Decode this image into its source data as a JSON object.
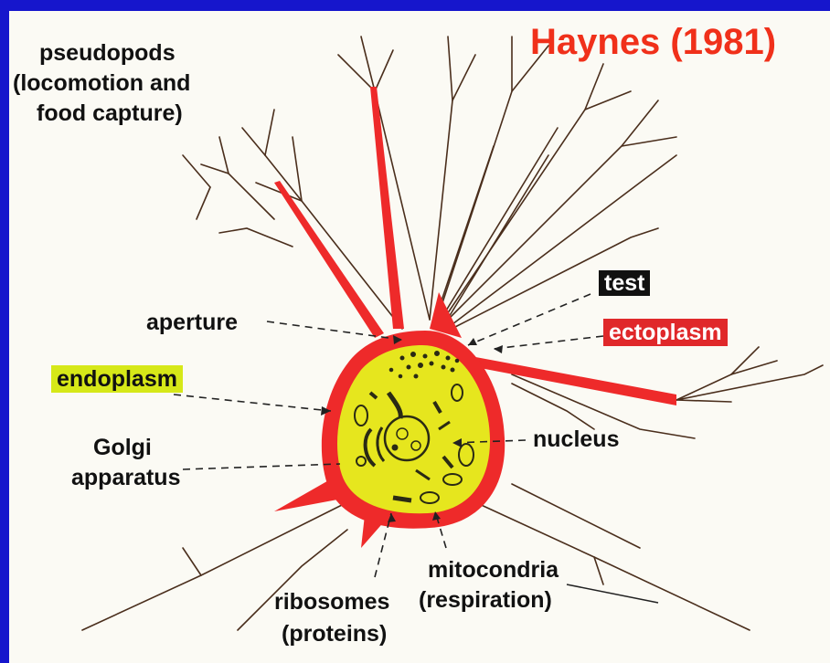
{
  "title": "Haynes (1981)",
  "labels": {
    "pseudopods": [
      "pseudopods",
      "(locomotion and",
      "food capture)"
    ],
    "aperture": "aperture",
    "test": "test",
    "ectoplasm": "ectoplasm",
    "endoplasm": "endoplasm",
    "golgi": [
      "Golgi",
      "apparatus"
    ],
    "nucleus": "nucleus",
    "mitochondria": [
      "mitocondria",
      "(respiration)"
    ],
    "ribosomes": [
      "ribosomes",
      "(proteins)"
    ]
  },
  "colors": {
    "background": "#1616cc",
    "ectoplasm": "#ee2a2a",
    "endoplasm": "#e6e61e",
    "title": "#f0301a",
    "endoplasm_label_bg": "#d6e818",
    "test_label_bg": "#111111",
    "ectoplasm_label_bg": "#e0282a"
  }
}
